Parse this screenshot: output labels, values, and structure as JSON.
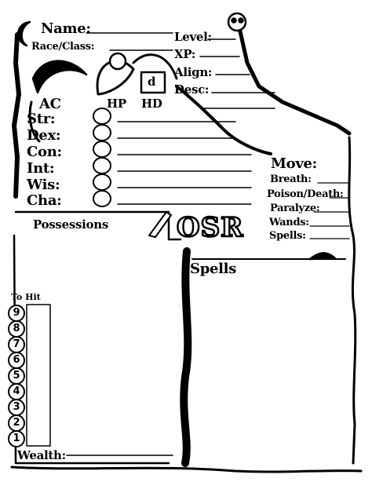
{
  "labels": {
    "name": "Name:",
    "race_class": "Race/Class:",
    "level": "Level:",
    "xp": "XP:",
    "align": "Align:",
    "desc": "Desc:",
    "ac": "AC",
    "hp": "HP",
    "hd": "HD",
    "hd_die": "d",
    "move": "Move:",
    "possessions": "Possessions",
    "osr": "OSR",
    "spells_section": "Spells",
    "to_hit": "To Hit",
    "wealth": "Wealth:"
  },
  "abilities": [
    "Str:",
    "Dex:",
    "Con:",
    "Int:",
    "Wis:",
    "Cha:"
  ],
  "saves": [
    "Breath:",
    "Poison/Death:",
    "Paralyze:",
    "Wands:",
    "Spells:"
  ],
  "to_hit_numbers": [
    "9",
    "8",
    "7",
    "6",
    "5",
    "4",
    "3",
    "2",
    "1"
  ]
}
